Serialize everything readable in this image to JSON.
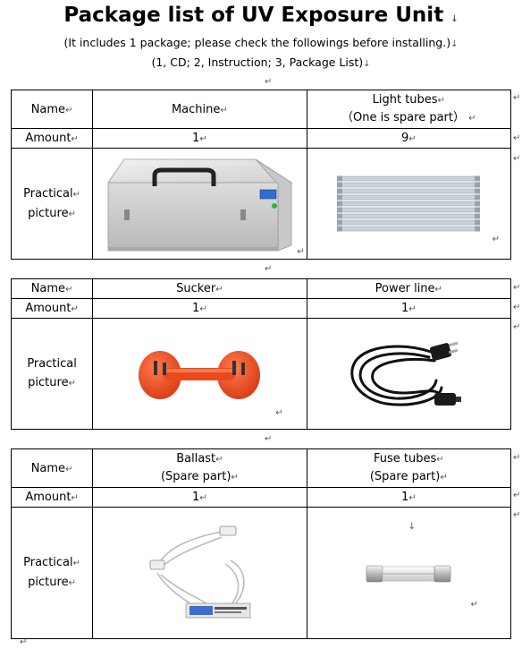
{
  "title": "Package list of UV Exposure Unit",
  "subtitle_1": "(It includes 1 package; please check the followings before installing.)",
  "subtitle_2": "(1, CD; 2, Instruction; 3, Package List)",
  "labels": {
    "name": "Name",
    "amount": "Amount",
    "picture_1": "Practical",
    "picture_2": "picture"
  },
  "tables": [
    {
      "items": [
        {
          "name_1": "Machine",
          "name_2": "",
          "amount": "1",
          "picture": "uv-exposure-machine"
        },
        {
          "name_1": "Light tubes",
          "name_2": "（One is spare part）",
          "amount": "9",
          "picture": "uv-light-tubes"
        }
      ]
    },
    {
      "items": [
        {
          "name_1": "Sucker",
          "name_2": "",
          "amount": "1",
          "picture": "suction-cup"
        },
        {
          "name_1": "Power line",
          "name_2": "",
          "amount": "1",
          "picture": "power-cord"
        }
      ]
    },
    {
      "items": [
        {
          "name_1": "Ballast",
          "name_2": "(Spare part)",
          "amount": "1",
          "picture": "ballast"
        },
        {
          "name_1": "Fuse tubes",
          "name_2": "(Spare part)",
          "amount": "1",
          "picture": "fuse-tube"
        }
      ]
    }
  ],
  "marks": {
    "return": "↵",
    "down": "↓"
  }
}
